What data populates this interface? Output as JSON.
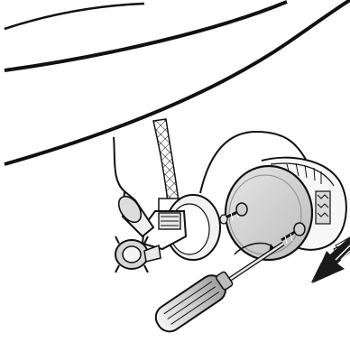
{
  "figure": {
    "kind": "installation-illustration",
    "colors": {
      "ink": "#111111",
      "fill": "#ffffff",
      "shade": "#cfcfcf",
      "mid": "#a9a9a9",
      "arrow": "#1a1a1a"
    },
    "parts": [
      {
        "id": "tank-underside",
        "icon": "tank-outline"
      },
      {
        "id": "braided-hose",
        "icon": "braided-hose-icon"
      },
      {
        "id": "angle-valve",
        "icon": "valve-icon"
      },
      {
        "id": "valve-handle",
        "icon": "knob-icon"
      },
      {
        "id": "thermostat-cover",
        "icon": "round-cover-icon"
      },
      {
        "id": "mounting-screws",
        "icon": "screw-icon"
      },
      {
        "id": "screwdriver",
        "icon": "screwdriver-icon"
      },
      {
        "id": "removal-arrow",
        "icon": "arrow-down-left-icon"
      }
    ]
  }
}
